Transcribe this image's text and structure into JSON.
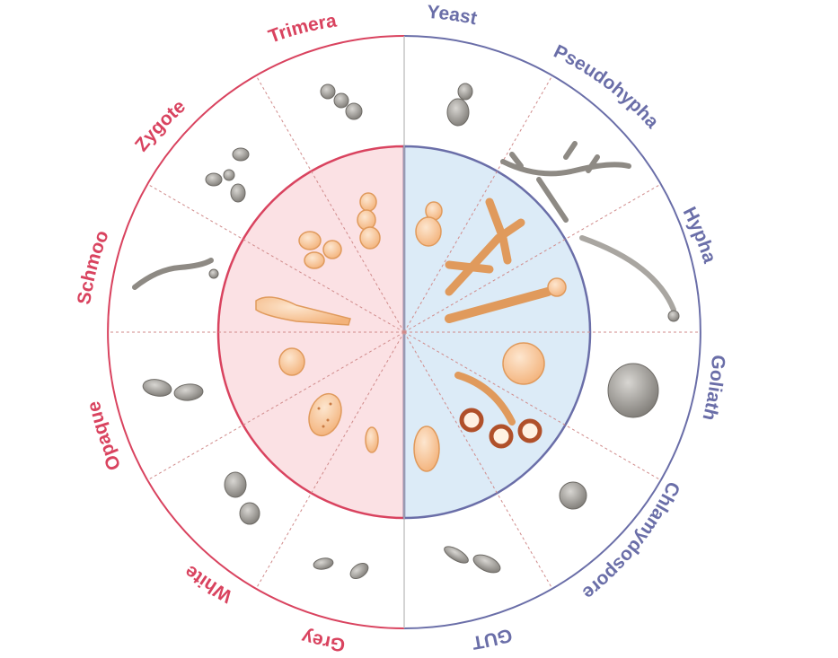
{
  "colors": {
    "left": "#d9435f",
    "right": "#6a6ea8",
    "left_fill": "#fbe1e4",
    "right_fill": "#dcebf7",
    "cell_fill": "#f6c59a",
    "cell_stroke": "#e09a5c",
    "photo": "#9a9792",
    "divider": "#d08a8a"
  },
  "morphologies": [
    {
      "label": "Trimera",
      "side": "left"
    },
    {
      "label": "Zygote",
      "side": "left"
    },
    {
      "label": "Schmoo",
      "side": "left"
    },
    {
      "label": "Opaque",
      "side": "left"
    },
    {
      "label": "White",
      "side": "left"
    },
    {
      "label": "Grey",
      "side": "left"
    },
    {
      "label": "GUT",
      "side": "right"
    },
    {
      "label": "Chlamydospore",
      "side": "right"
    },
    {
      "label": "Goliath",
      "side": "right"
    },
    {
      "label": "Hypha",
      "side": "right"
    },
    {
      "label": "Pseudohypha",
      "side": "right"
    },
    {
      "label": "Yeast",
      "side": "right"
    }
  ]
}
